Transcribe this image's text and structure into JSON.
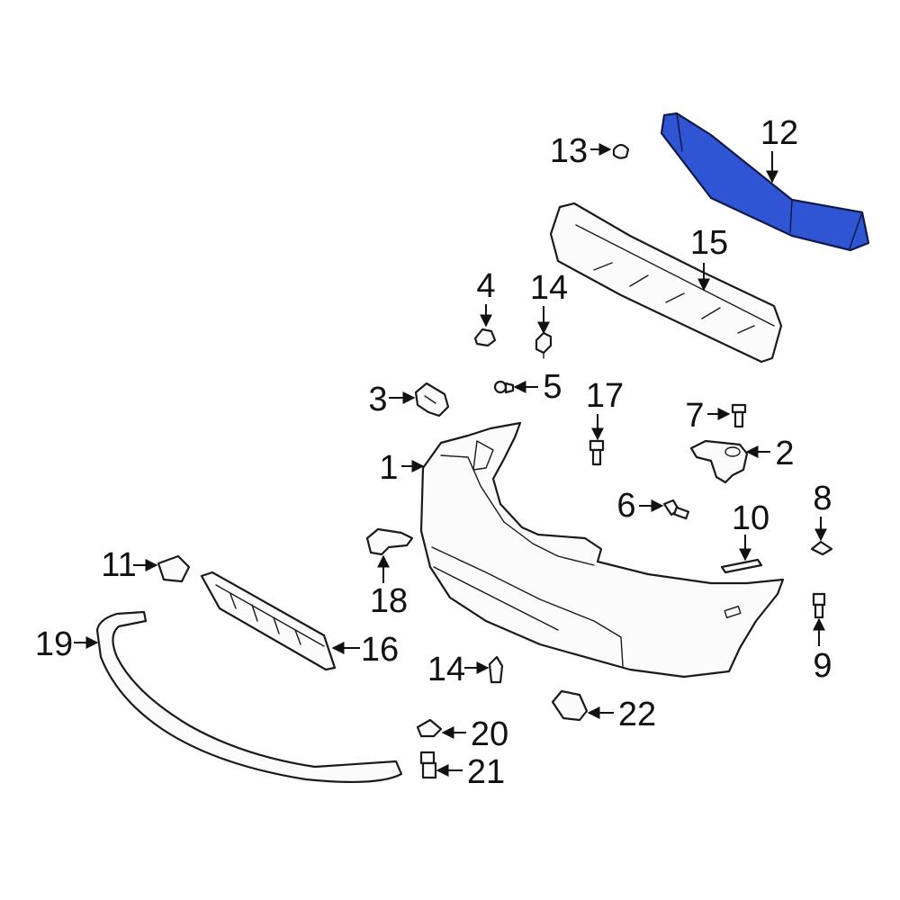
{
  "callouts": [
    {
      "id": "c1",
      "label": "1"
    },
    {
      "id": "c2",
      "label": "2"
    },
    {
      "id": "c3",
      "label": "3"
    },
    {
      "id": "c4",
      "label": "4"
    },
    {
      "id": "c5",
      "label": "5"
    },
    {
      "id": "c6",
      "label": "6"
    },
    {
      "id": "c7",
      "label": "7"
    },
    {
      "id": "c8",
      "label": "8"
    },
    {
      "id": "c9",
      "label": "9"
    },
    {
      "id": "c10",
      "label": "10"
    },
    {
      "id": "c11",
      "label": "11"
    },
    {
      "id": "c12",
      "label": "12"
    },
    {
      "id": "c13",
      "label": "13"
    },
    {
      "id": "c14a",
      "label": "14"
    },
    {
      "id": "c14b",
      "label": "14"
    },
    {
      "id": "c15",
      "label": "15"
    },
    {
      "id": "c16",
      "label": "16"
    },
    {
      "id": "c17",
      "label": "17"
    },
    {
      "id": "c18",
      "label": "18"
    },
    {
      "id": "c19",
      "label": "19"
    },
    {
      "id": "c20",
      "label": "20"
    },
    {
      "id": "c21",
      "label": "21"
    },
    {
      "id": "c22",
      "label": "22"
    }
  ],
  "highlight": {
    "part": "12",
    "color": "#2f55d4"
  }
}
